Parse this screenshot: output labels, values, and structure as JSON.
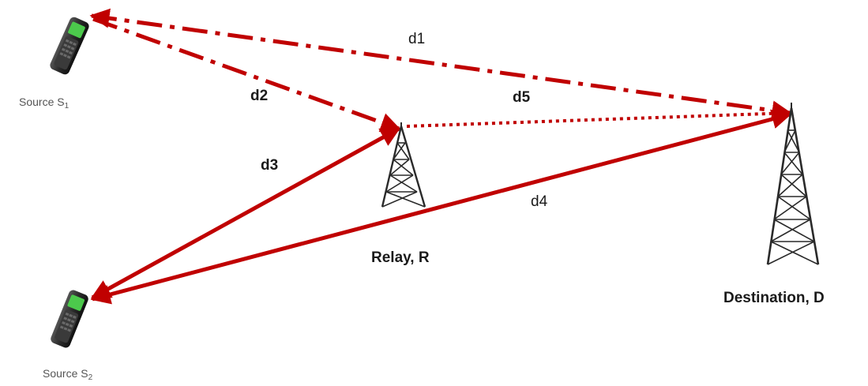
{
  "colors": {
    "link": "#c00000",
    "tower": "#2a2a2a",
    "phone_body": "#333333",
    "phone_screen": "#4cc94c"
  },
  "nodes": {
    "source1": {
      "prefix": "Source S",
      "sub": "1",
      "icon": "mobile-phone-icon"
    },
    "source2": {
      "prefix": "Source S",
      "sub": "2",
      "icon": "mobile-phone-icon"
    },
    "relay": {
      "label": "Relay, R",
      "icon": "tower-icon"
    },
    "destination": {
      "label": "Destination, D",
      "icon": "tower-icon"
    }
  },
  "edges": {
    "d1": {
      "label": "d1",
      "from": "Source S1",
      "to": "Destination, D",
      "style": "dash-dot"
    },
    "d2": {
      "label": "d2",
      "from": "Source S1",
      "to": "Relay, R",
      "style": "dash-dot"
    },
    "d3": {
      "label": "d3",
      "from": "Relay, R",
      "to": "Source S2",
      "style": "solid"
    },
    "d4": {
      "label": "d4",
      "from": "Destination, D",
      "to": "Source S2",
      "style": "solid"
    },
    "d5": {
      "label": "d5",
      "from": "Relay, R",
      "to": "Destination, D",
      "style": "dotted"
    }
  }
}
